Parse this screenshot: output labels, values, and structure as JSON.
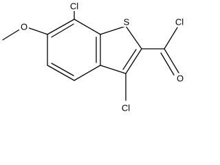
{
  "structure": {
    "atoms": {
      "cl_top": "Cl",
      "sulfur": "S",
      "cl_acyl": "Cl",
      "oxygen_carbonyl": "O",
      "cl_bottom": "Cl",
      "oxygen_methoxy": "O"
    }
  },
  "colors": {
    "bond": "#000000",
    "label": "#000000",
    "background": "#ffffff"
  }
}
